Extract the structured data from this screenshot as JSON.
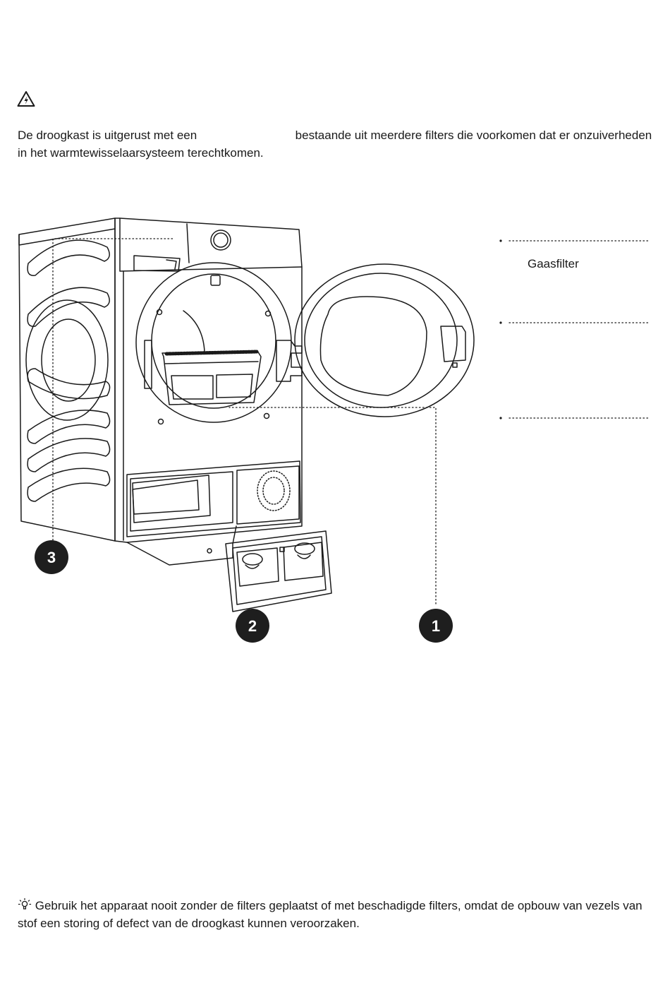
{
  "intro": {
    "text_before": "De droogkast is uitgerust met een",
    "text_after": "bestaande uit meerdere filters die voorkomen dat er onzuiverheden in het warmtewisselaarsysteem terechtkomen."
  },
  "callouts": {
    "label_1": "Gaasfilter"
  },
  "markers": {
    "m1": "1",
    "m2": "2",
    "m3": "3"
  },
  "icons": {
    "warning": "electric-warning-icon",
    "tip": "lightbulb-icon"
  },
  "tip": {
    "text": "Gebruik het apparaat nooit zonder de filters geplaatst of met beschadigde filters, omdat de opbouw van vezels van stof een storing of defect van de droogkast kunnen veroorzaken."
  },
  "colors": {
    "ink": "#1a1a1a",
    "marker": "#1e1e1e"
  }
}
